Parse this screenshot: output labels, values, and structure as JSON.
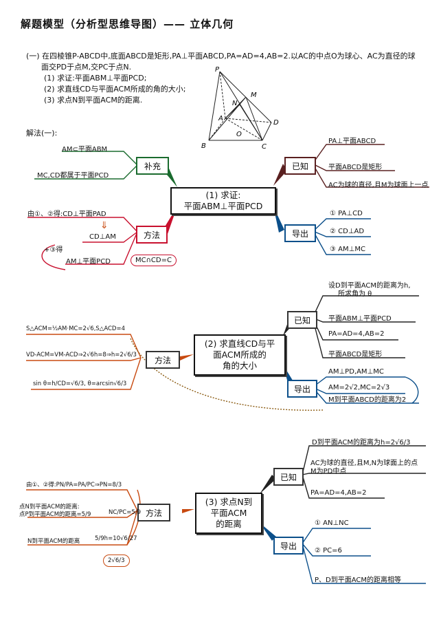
{
  "title": "解题模型（分析型思维导图）—— 立体几何",
  "problem": {
    "line1": "(一) 在四棱锥P-ABCD中,底面ABCD是矩形,PA⊥平面ABCD,PA=AD=4,AB=2.以AC的中点O为球心、AC为直径的球",
    "line2": "面交PD于点M,交PC于点N.",
    "q1": "(1) 求证:平面ABM⊥平面PCD;",
    "q2": "(2) 求直线CD与平面ACM所成的角的大小;",
    "q3": "(3) 求点N到平面ACM的距离.",
    "method_label": "解法(一):"
  },
  "figure": {
    "P": "P",
    "A": "A",
    "B": "B",
    "C": "C",
    "D": "D",
    "M": "M",
    "N": "N",
    "O": "O"
  },
  "part1": {
    "center_line1": "(1) 求证:",
    "center_line2": "平面ABM⊥平面PCD",
    "buchong": "补充",
    "buchong_items": [
      "AM⊂平面ABM",
      "MC,CD都属于平面PCD"
    ],
    "yizhi": "已知",
    "yizhi_items": [
      "PA⊥平面ABCD",
      "平面ABCD是矩形",
      "AC为球的直径,且M为球面上一点"
    ],
    "daochu": "导出",
    "daochu_items": [
      "① PA⊥CD",
      "② CD⊥AD",
      "③ AM⊥MC"
    ],
    "fangfa": "方法",
    "fangfa_items": [
      "由①、②得:CD⊥平面PAD",
      "⇓",
      "CD⊥AM",
      "+③得",
      "AM⊥平面PCD",
      "MC∩CD=C"
    ]
  },
  "part2": {
    "center_line1": "(2) 求直线CD与平",
    "center_line2": "面ACM所成的",
    "center_line3": "角的大小",
    "yizhi": "已知",
    "yizhi_items": [
      "设D到平面ACM的距离为h,",
      "所求角为 θ",
      "平面ABM⊥平面PCD",
      "PA=AD=4,AB=2",
      "平面ABCD是矩形"
    ],
    "daochu": "导出",
    "daochu_items": [
      "AM⊥PD,AM⊥MC",
      "AM=2√2,MC=2√3",
      "M到平面ABCD的距离为2"
    ],
    "fangfa": "方法",
    "fangfa_items": [
      "S△ACM=½AM·MC=2√6,S△ACD=4",
      "VD-ACM=VM-ACD⇒2√6h=8⇒h=2√6/3",
      "sin θ=h/CD=√6/3, θ=arcsin√6/3"
    ]
  },
  "part3": {
    "center_line1": "(3) 求点N到",
    "center_line2": "平面ACM",
    "center_line3": "的距离",
    "yizhi": "已知",
    "yizhi_items": [
      "D到平面ACM的距离为h=2√6/3",
      "AC为球的直径,且M,N为球面上的点",
      "M为PD中点",
      "PA=AD=4,AB=2"
    ],
    "daochu": "导出",
    "daochu_items": [
      "① AN⊥NC",
      "② PC=6",
      "P、D到平面ACM的距离相等"
    ],
    "fangfa": "方法",
    "fangfa_items": [
      "由①、②得:PN/PA=PA/PC⇒PN=8/3",
      "点N到平面ACM的距离:",
      "点P到平面ACM的距离=5/9",
      "NC/PC=5/9",
      "N到平面ACM的距离",
      "5/9h=10√6/27",
      "2√6/3"
    ]
  },
  "colors": {
    "green": "#1a6b2e",
    "maroon": "#5a2020",
    "blue": "#0b4f8a",
    "red": "#c8102e",
    "orange": "#c84a10"
  }
}
